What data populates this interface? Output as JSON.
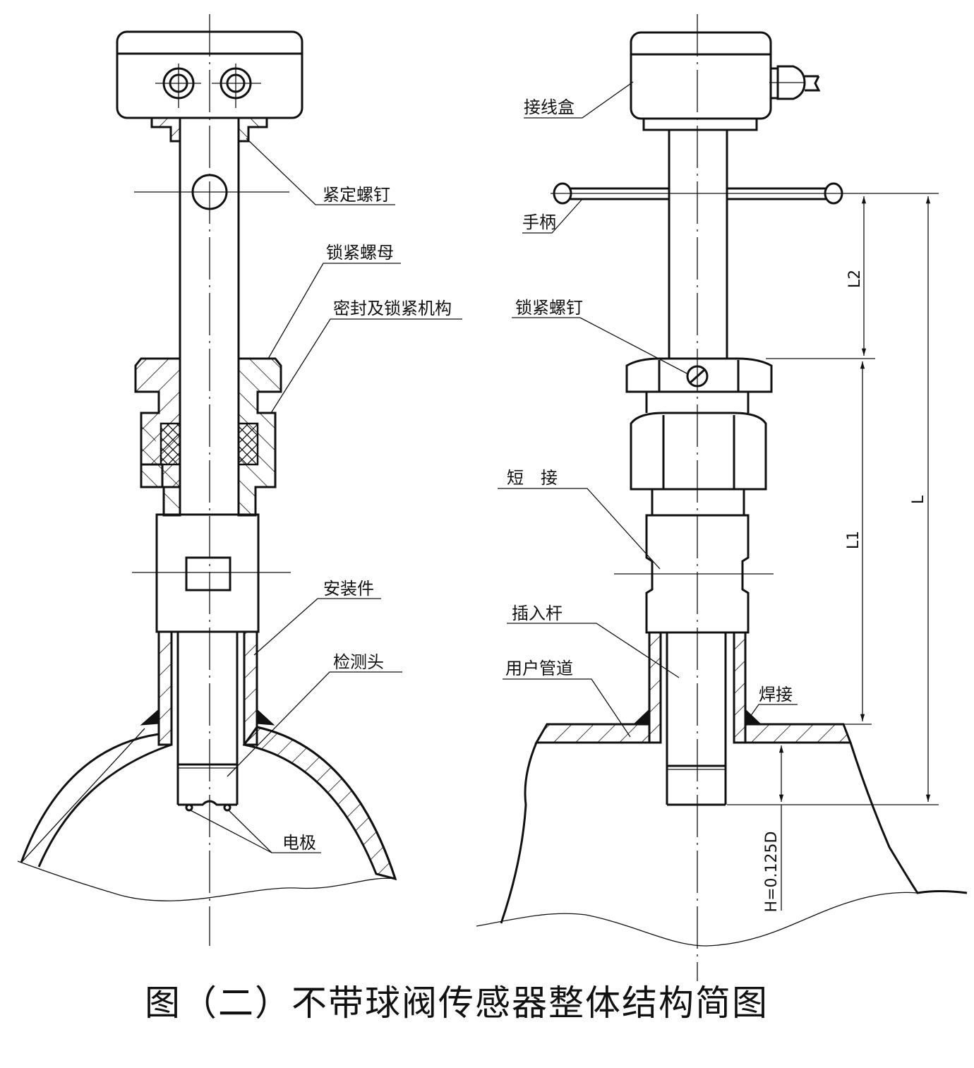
{
  "title": "图（二）不带球阀传感器整体结构简图",
  "left_view": {
    "labels": {
      "set_screw": "紧定螺钉",
      "lock_nut": "锁紧螺母",
      "seal_lock_mechanism": "密封及锁紧机构",
      "mounting_part": "安装件",
      "detection_head": "检测头",
      "electrode": "电极"
    }
  },
  "right_view": {
    "labels": {
      "junction_box": "接线盒",
      "handle": "手柄",
      "locking_screw": "锁紧螺钉",
      "short_connector": "短　接",
      "insertion_rod": "插入杆",
      "user_pipe": "用户管道",
      "weld": "焊接"
    },
    "dimensions": {
      "l2": "L2",
      "l1": "L1",
      "l": "L",
      "h": "H=0.125D"
    }
  },
  "colors": {
    "line": "#111111",
    "background": "#ffffff"
  }
}
